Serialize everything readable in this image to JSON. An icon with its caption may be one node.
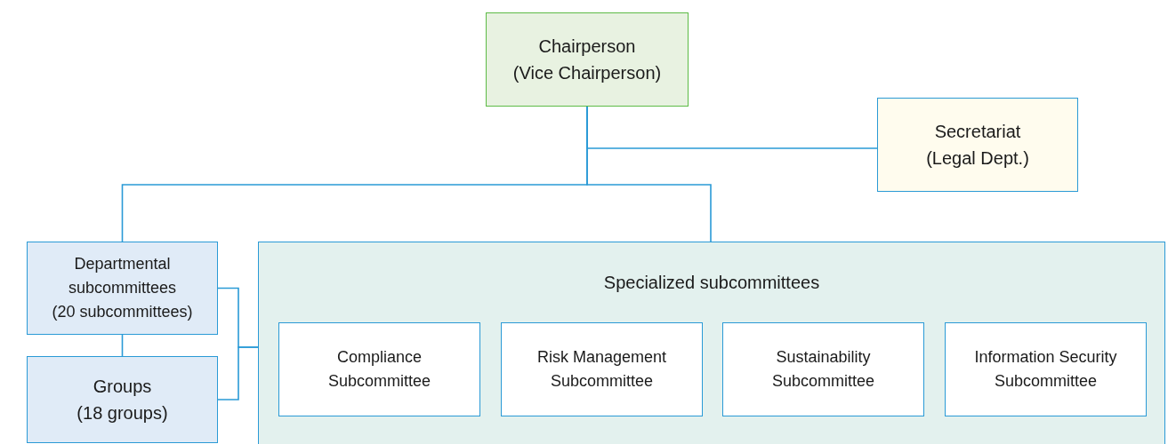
{
  "diagram": {
    "nodes": [
      {
        "text": [
          "Chairperson",
          "(Vice Chairperson)"
        ]
      },
      {
        "text": [
          "Secretariat",
          "(Legal Dept.)"
        ]
      },
      {
        "text": [
          "Departmental subcommittees",
          "(20 subcommittees)"
        ]
      },
      {
        "text": [
          "Groups",
          "(18 groups)"
        ]
      },
      {
        "text": [
          "Specialized subcommittees"
        ]
      },
      {
        "text": [
          "Compliance Subcommittee"
        ],
        "in": 4
      },
      {
        "text": [
          "Risk Management Subcommittee"
        ],
        "in": 4
      },
      {
        "text": [
          "Sustainability Subcommittee"
        ],
        "in": 4
      },
      {
        "text": [
          "Information Security Subcommittee"
        ],
        "in": 4
      }
    ],
    "edges": [
      {
        "from": 0,
        "to": 1,
        "arrow": "none"
      },
      {
        "from": 0,
        "to": 2,
        "arrow": "none"
      },
      {
        "from": 0,
        "to": 4,
        "arrow": "none"
      },
      {
        "from": 2,
        "to": 3,
        "arrow": "none"
      },
      {
        "from": 2,
        "to": 4,
        "arrow": "none"
      },
      {
        "from": 3,
        "to": 4,
        "arrow": "none"
      }
    ]
  }
}
